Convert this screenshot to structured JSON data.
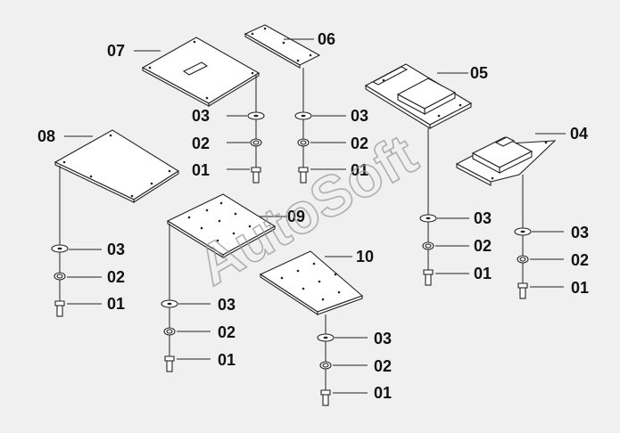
{
  "watermark": "AutoSoft",
  "colors": {
    "background": "#f0f0f0",
    "line": "#222222",
    "watermark": "#9a9a9a"
  },
  "callouts": {
    "p07": "07",
    "p06": "06",
    "p05": "05",
    "p04": "04",
    "p08": "08",
    "p09": "09",
    "p10": "10",
    "washer": "03",
    "spring_washer": "02",
    "bolt": "01"
  }
}
